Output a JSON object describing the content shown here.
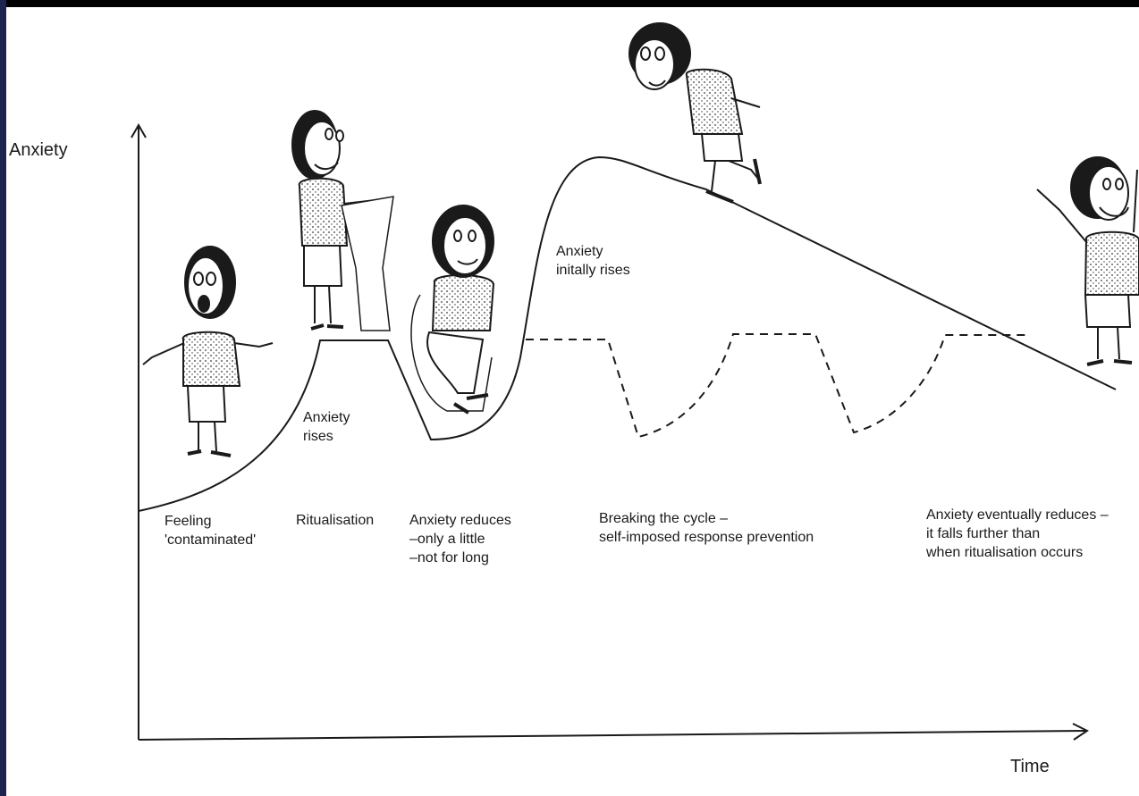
{
  "axes": {
    "y_label": "Anxiety",
    "x_label": "Time"
  },
  "stages": {
    "feeling_contaminated": "Feeling\n'contaminated'",
    "anxiety_rises": "Anxiety\nrises",
    "ritualisation": "Ritualisation",
    "anxiety_reduces": "Anxiety reduces\n–only a little\n–not for long",
    "anxiety_initially_rises": "Anxiety\ninitally rises",
    "breaking_cycle": "Breaking the cycle –\nself-imposed response prevention",
    "eventually_reduces": "Anxiety eventually reduces –\nit falls further than\nwhen ritualisation occurs"
  },
  "figures": [
    {
      "name": "person-contaminated",
      "description": "woman looking distressed with arms out"
    },
    {
      "name": "person-washing",
      "description": "woman washing hands at sink"
    },
    {
      "name": "person-seated",
      "description": "woman sitting relaxed in chair"
    },
    {
      "name": "person-stepping",
      "description": "woman stepping down the slope anxiously"
    },
    {
      "name": "person-relieved",
      "description": "woman happy with arms raised"
    }
  ],
  "colors": {
    "ink": "#1a1a1a",
    "paper": "#ffffff",
    "frame": "#1c2450"
  }
}
